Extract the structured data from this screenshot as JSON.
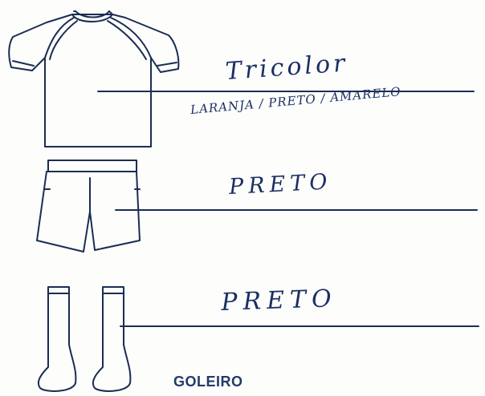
{
  "kit": {
    "shirt": {
      "label": "Tricolor",
      "detail": "LARANJA / PRETO / AMARELO"
    },
    "shorts": {
      "label": "PRETO"
    },
    "socks": {
      "label": "PRETO"
    }
  },
  "footer": {
    "title": "GOLEIRO"
  },
  "colors": {
    "ink": "#1b2d52",
    "handwriting": "#1a2f63"
  }
}
